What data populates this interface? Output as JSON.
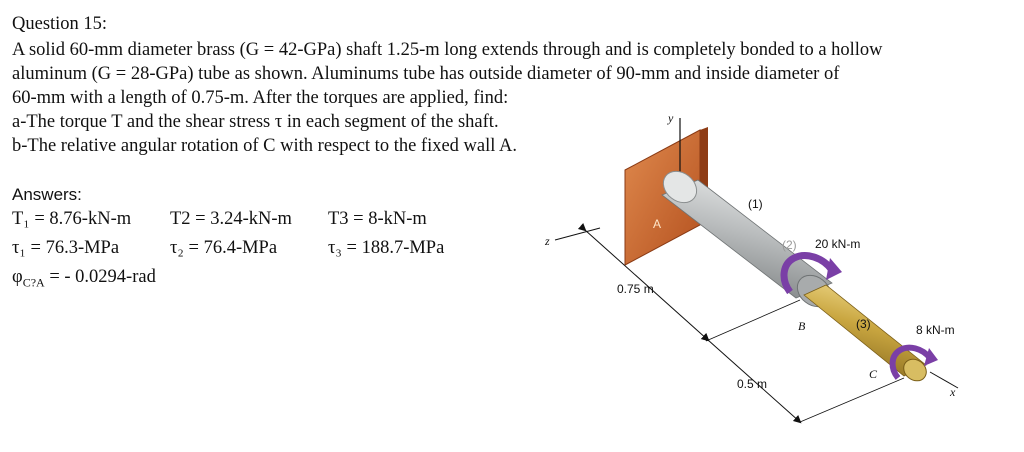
{
  "question": {
    "title": "Question 15:",
    "lines": [
      "A solid 60-mm diameter brass (G = 42-GPa) shaft 1.25-m long extends through and is completely bonded to a hollow",
      "aluminum (G = 28-GPa) tube as shown. Aluminums tube has outside diameter of 90-mm and inside diameter of",
      "60-mm with a length of 0.75-m. After the torques are applied, find:",
      "a-The torque T and the shear stress τ in each segment of the shaft.",
      "b-The relative angular rotation of C with respect to the fixed wall A."
    ]
  },
  "answers": {
    "label": "Answers:",
    "T1": "T₁ = 8.76-kN-m",
    "T2": "T2 = 3.24-kN-m",
    "T3": "T3 = 8-kN-m",
    "tau1": "τ₁ = 76.3-MPa",
    "tau2": "τ₂ = 76.4-MPa",
    "tau3": "τ₃ = 188.7-MPa",
    "phi": "φ",
    "phi_sub": "C?A",
    "phi_val": "= - 0.0294-rad"
  },
  "figure": {
    "axis_y": "y",
    "axis_z": "z",
    "axis_x": "x",
    "label_A": "A",
    "label_B": "B",
    "label_C": "C",
    "seg1": "(1)",
    "seg2": "(2)",
    "seg3": "(3)",
    "torque_B": "20 kN-m",
    "torque_C": "8 kN-m",
    "len1": "0.75 m",
    "len2": "0.5 m",
    "colors": {
      "wall": "#c8612e",
      "aluminum": "#b9bcbd",
      "brass": "#c9a640",
      "torque_arrow": "#7a3fa6"
    }
  }
}
